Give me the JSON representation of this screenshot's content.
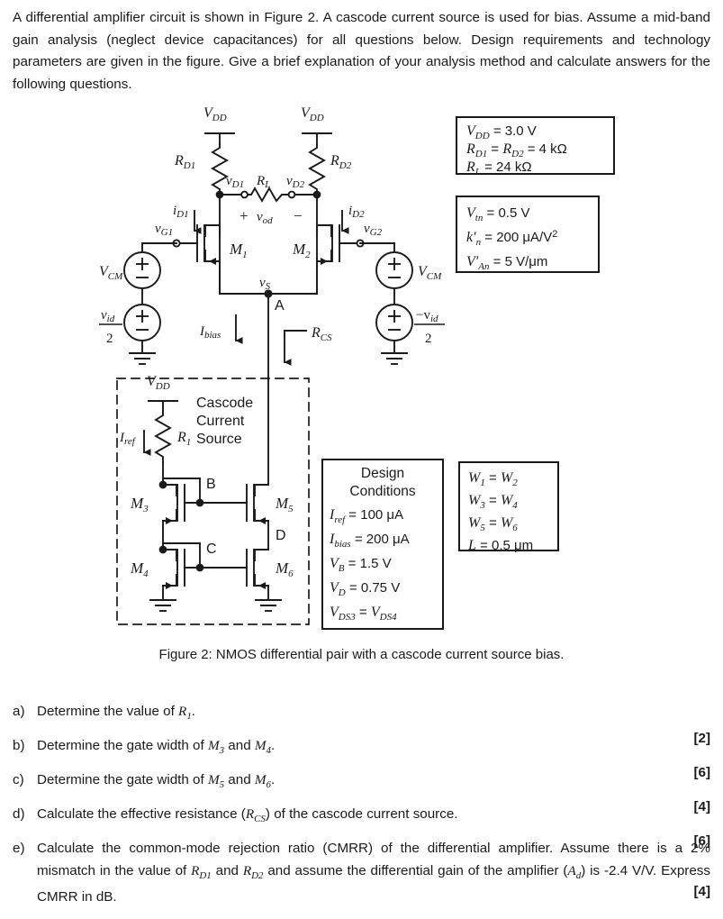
{
  "intro": "A differential amplifier circuit is shown in Figure 2. A cascode current source is used for bias. Assume a mid-band gain analysis (neglect device capacitances) for all questions below. Design requirements and technology parameters are given in the figure. Give a brief explanation of your analysis method and calculate answers for the following questions.",
  "caption": "Figure 2: NMOS differential pair with a cascode current source bias.",
  "figure": {
    "labels": {
      "vdd_left": "V",
      "vdd_left_sub": "DD",
      "vdd_right": "V",
      "vdd_right_sub": "DD",
      "rd1": "R",
      "rd1_sub": "D1",
      "rd2": "R",
      "rd2_sub": "D2",
      "vd1": "v",
      "vd1_sub": "D1",
      "vd2": "v",
      "vd2_sub": "D2",
      "rl": "R",
      "rl_sub": "L",
      "vod": "v",
      "vod_sub": "od",
      "plus": "+",
      "minus": "−",
      "id1": "i",
      "id1_sub": "D1",
      "id2": "i",
      "id2_sub": "D2",
      "vg1": "v",
      "vg1_sub": "G1",
      "vg2": "v",
      "vg2_sub": "G2",
      "m1": "M",
      "m1_sub": "1",
      "m2": "M",
      "m2_sub": "2",
      "vs": "v",
      "vs_sub": "S",
      "node_a": "A",
      "node_b": "B",
      "node_c": "C",
      "node_d": "D",
      "vcm_left": "V",
      "vcm_left_sub": "CM",
      "vcm_right": "V",
      "vcm_right_sub": "CM",
      "vid_left_num": "v",
      "vid_left_num_sub": "id",
      "vid_left_den": "2",
      "vid_right_num": "−v",
      "vid_right_num_sub": "id",
      "vid_right_den": "2",
      "ibias": "I",
      "ibias_sub": "bias",
      "rcs": "R",
      "rcs_sub": "CS",
      "cascode_line1": "Cascode",
      "cascode_line2": "Current",
      "cascode_line3": "Source",
      "vdd_cs": "V",
      "vdd_cs_sub": "DD",
      "iref": "I",
      "iref_sub": "ref",
      "r1": "R",
      "r1_sub": "1",
      "m3": "M",
      "m3_sub": "3",
      "m4": "M",
      "m4_sub": "4",
      "m5": "M",
      "m5_sub": "5",
      "m6": "M",
      "m6_sub": "6"
    },
    "supply_box": {
      "lines": [
        {
          "lhs": "V",
          "lhs_sub": "DD",
          "rest": " = 3.0 V"
        },
        {
          "lhs": "R",
          "lhs_sub": "D1",
          "rest": " = ",
          "lhs2": "R",
          "lhs2_sub": "D2",
          "rest2": " = 4 kΩ"
        },
        {
          "lhs": "R",
          "lhs_sub": "L",
          "rest": " = 24 kΩ"
        }
      ]
    },
    "tech_box": {
      "lines": [
        {
          "lhs": "V",
          "lhs_sub": "tn",
          "rest": " = 0.5 V"
        },
        {
          "lhs": "k′",
          "lhs_sub": "n",
          "rest": " = 200 μA/V",
          "sup": "2"
        },
        {
          "lhs": "V′",
          "lhs_sub": "An",
          "rest": " = 5 V/μm"
        }
      ]
    },
    "design_box": {
      "title_line1": "Design",
      "title_line2": "Conditions",
      "lines": [
        {
          "lhs": "I",
          "lhs_sub": "ref",
          "rest": " = 100 μA"
        },
        {
          "lhs": "I",
          "lhs_sub": "bias",
          "rest": " = 200 μA"
        },
        {
          "lhs": "V",
          "lhs_sub": "B",
          "rest": " = 1.5 V"
        },
        {
          "lhs": "V",
          "lhs_sub": "D",
          "rest": " = 0.75 V"
        },
        {
          "lhs": "V",
          "lhs_sub": "DS3",
          "rest": " = ",
          "lhs2": "V",
          "lhs2_sub": "DS4",
          "rest2": ""
        }
      ]
    },
    "width_box": {
      "lines": [
        {
          "lhs": "W",
          "lhs_sub": "1",
          "rest": " = ",
          "lhs2": "W",
          "lhs2_sub": "2",
          "rest2": ""
        },
        {
          "lhs": "W",
          "lhs_sub": "3",
          "rest": " = ",
          "lhs2": "W",
          "lhs2_sub": "4",
          "rest2": ""
        },
        {
          "lhs": "W",
          "lhs_sub": "5",
          "rest": " = ",
          "lhs2": "W",
          "lhs2_sub": "6",
          "rest2": ""
        },
        {
          "lhs": "L",
          "lhs_sub": "",
          "rest": " = 0.5 μm"
        }
      ]
    }
  },
  "questions": [
    {
      "label": "a)",
      "text_pre": "Determine the value of ",
      "sym": "R",
      "sym_sub": "1",
      "text_post": ".",
      "marks": "[2]"
    },
    {
      "label": "b)",
      "text_pre": "Determine the gate width of ",
      "sym": "M",
      "sym_sub": "3",
      "text_mid": " and ",
      "sym2": "M",
      "sym2_sub": "4",
      "text_post": ".",
      "marks": "[6]"
    },
    {
      "label": "c)",
      "text_pre": "Determine the gate width of ",
      "sym": "M",
      "sym_sub": "5",
      "text_mid": " and ",
      "sym2": "M",
      "sym2_sub": "6",
      "text_post": ".",
      "marks": "[4]"
    },
    {
      "label": "d)",
      "text_pre": "Calculate the effective resistance (",
      "sym": "R",
      "sym_sub": "CS",
      "text_post": ") of the cascode current source.",
      "marks": "[6]"
    },
    {
      "label": "e)",
      "text_pre": "Calculate the common-mode rejection ratio (CMRR) of the differential amplifier. Assume there is a 2% mismatch in the value of ",
      "sym": "R",
      "sym_sub": "D1",
      "text_mid": " and ",
      "sym2": "R",
      "sym2_sub": "D2",
      "text_mid2": " and assume the differential gain of the amplifier (",
      "sym3": "A",
      "sym3_sub": "d",
      "text_post": ") is -2.4 V/V. Express CMRR in dB.",
      "marks": "[4]"
    }
  ],
  "colors": {
    "ink": "#1a1a1a",
    "paper": "#ffffff"
  }
}
